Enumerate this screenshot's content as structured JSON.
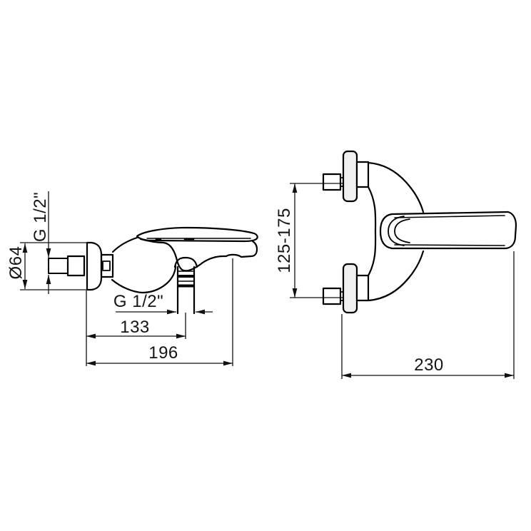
{
  "page": {
    "background_color": "#ffffff",
    "outline_color": "#000000",
    "dimension_line_color": "#1a1a1a",
    "text_color": "#141414",
    "flange_fill": "#f0f0f0"
  },
  "drawing": {
    "type": "technical-dimension-drawing",
    "subject": "wall-mounted bath mixer faucet, two orthographic views",
    "side_view": {
      "labels": {
        "inlet_thread": "G 1/2\"",
        "wall_flange_diameter": "Ø64",
        "outlet_thread": "G 1/2\"",
        "outlet_center_distance": "133",
        "total_projection": "196"
      }
    },
    "front_view": {
      "labels": {
        "mounting_centers_range": "125-175",
        "overall_width": "230"
      }
    }
  }
}
